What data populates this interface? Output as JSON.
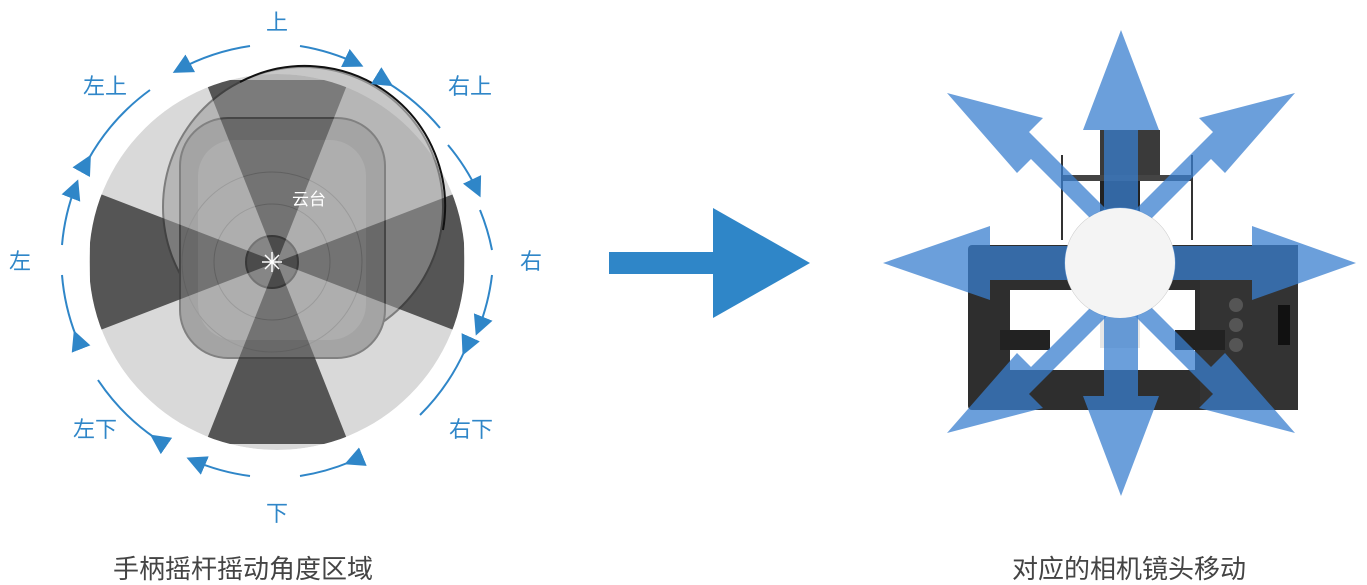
{
  "colors": {
    "accent": "#2f86c8",
    "sector_dark": "#555555",
    "sector_light": "#d9d9d9",
    "arrow_blue": "#3a7fcf"
  },
  "left_panel": {
    "direction_labels": {
      "up": "上",
      "down": "下",
      "left": "左",
      "right": "右",
      "up_left": "左上",
      "up_right": "右上",
      "down_left": "左下",
      "down_right": "右下"
    },
    "device_text": "云台",
    "caption": "手柄摇杆摇动角度区域"
  },
  "middle": {
    "arrow_icon": "arrow-right-icon"
  },
  "right_panel": {
    "caption": "对应的相机镜头移动",
    "arrows": [
      "up",
      "up-right",
      "right",
      "down-right",
      "down",
      "down-left",
      "left",
      "up-left"
    ]
  }
}
